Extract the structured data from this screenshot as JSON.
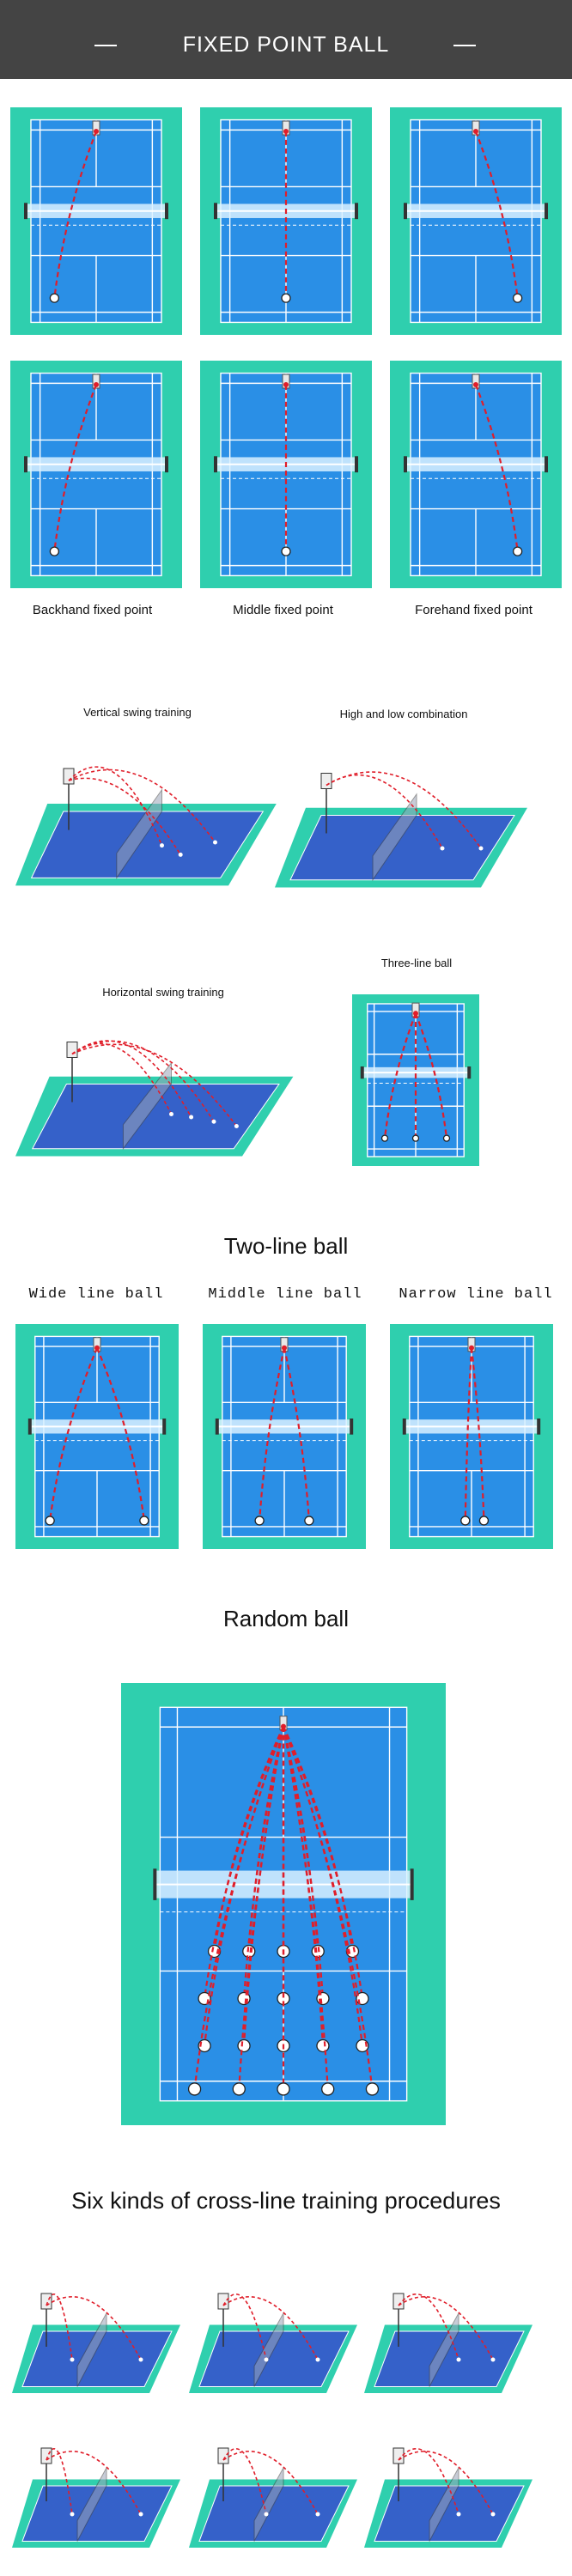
{
  "header": {
    "title": "FIXED POINT BALL"
  },
  "fixed_point": {
    "labels": [
      "Backhand fixed point",
      "Middle fixed point",
      "Forehand fixed point"
    ]
  },
  "swing": {
    "vertical_label": "Vertical swing training",
    "highlow_label": "High and low combination",
    "horizontal_label": "Horizontal swing training",
    "threeline_label": "Three-line ball"
  },
  "two_line": {
    "heading": "Two-line ball",
    "labels": [
      "Wide line ball",
      "Middle line ball",
      "Narrow line ball"
    ]
  },
  "random": {
    "heading": "Random ball"
  },
  "cross": {
    "heading": "Six kinds of cross-line training procedures"
  },
  "colors": {
    "header_bg": "#444444",
    "court_surround": "#2fcfae",
    "court_blue": "#2a8fe6",
    "court_lines": "#ffffff",
    "trajectory": "#e01e2a"
  }
}
